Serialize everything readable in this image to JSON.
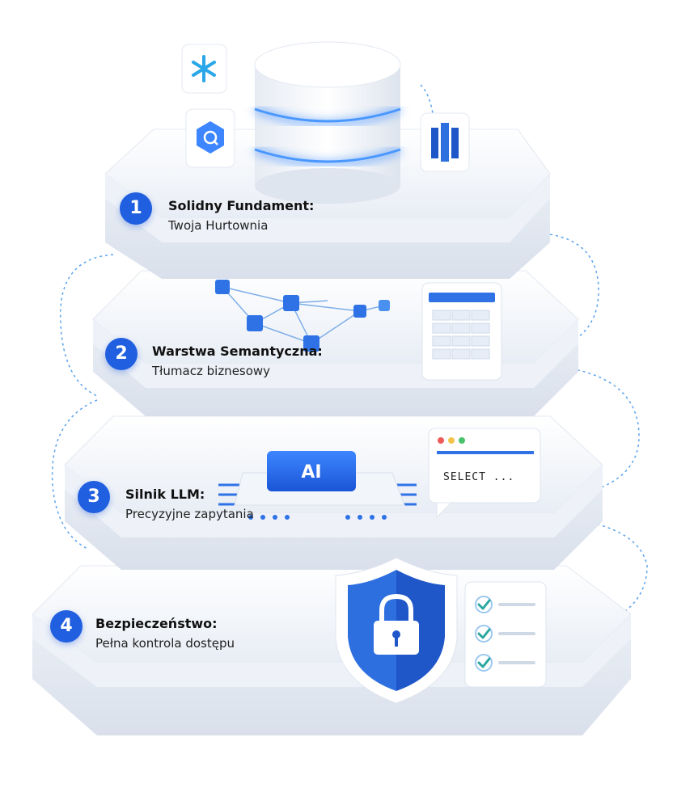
{
  "layers": [
    {
      "number": "1",
      "title": "Solidny Fundament:",
      "subtitle": "Twoja Hurtownia"
    },
    {
      "number": "2",
      "title": "Warstwa Semantyczna:",
      "subtitle": "Tłumacz biznesowy"
    },
    {
      "number": "3",
      "title": "Silnik LLM:",
      "subtitle": "Precyzyjne zapytania"
    },
    {
      "number": "4",
      "title": "Bezpieczeństwo:",
      "subtitle": "Pełna kontrola dostępu"
    }
  ],
  "chip": {
    "label": "AI"
  },
  "query_window": {
    "text": "SELECT ..."
  },
  "icons": [
    "snowflake-icon",
    "bigquery-icon",
    "redshift-icon",
    "database-icon",
    "graph-nodes-icon",
    "table-card-icon",
    "ai-chip-icon",
    "sql-window-icon",
    "shield-lock-icon",
    "checklist-icon"
  ],
  "colors": {
    "accent": "#1e63e6",
    "glow": "#5aa7ff",
    "slab": "#eef2f8"
  }
}
